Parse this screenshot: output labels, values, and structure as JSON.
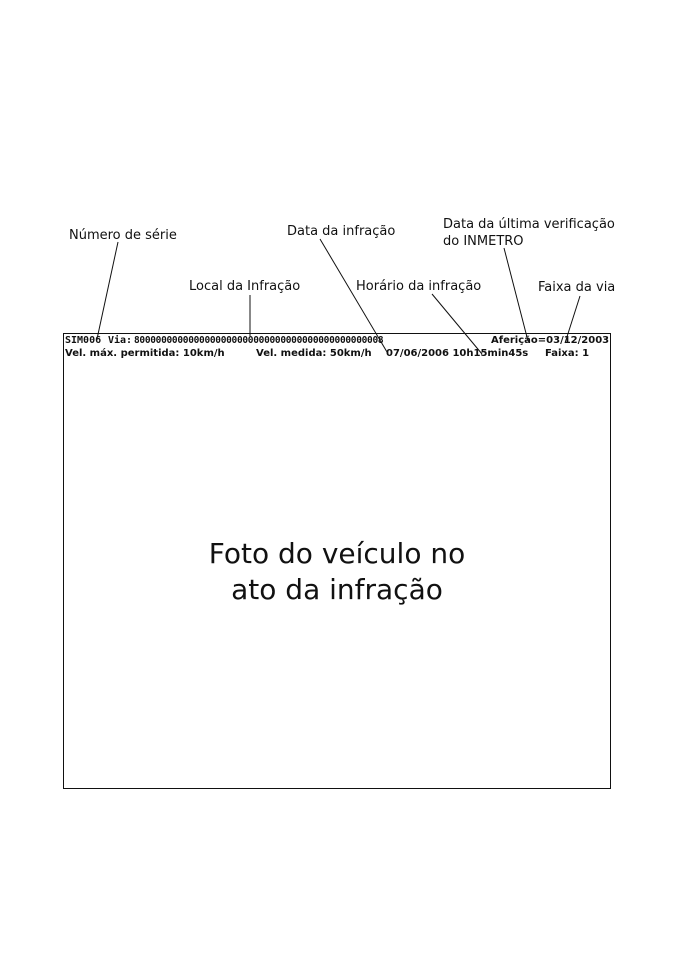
{
  "callouts": {
    "numero_serie": "Número de série",
    "data_infracao": "Data da infração",
    "ultima_verificacao_line1": "Data da última verificação",
    "ultima_verificacao_line2": "do INMETRO",
    "local_infracao": "Local da Infração",
    "horario_infracao": "Horário da infração",
    "faixa_via": "Faixa da via"
  },
  "stamp": {
    "serial": "SIM006",
    "via_label": "Via:",
    "via_value": "8000000000000000000000000000000000000000000008",
    "afericao": "Aferição=03/12/2003",
    "vel_max": "Vel. máx. permitida: 10km/h",
    "vel_medida": "Vel. medida: 50km/h",
    "data_hora": "07/06/2006  10h15min45s",
    "faixa": "Faixa: 1"
  },
  "photo": {
    "line1": "Foto do veículo no",
    "line2": "ato da infração"
  }
}
